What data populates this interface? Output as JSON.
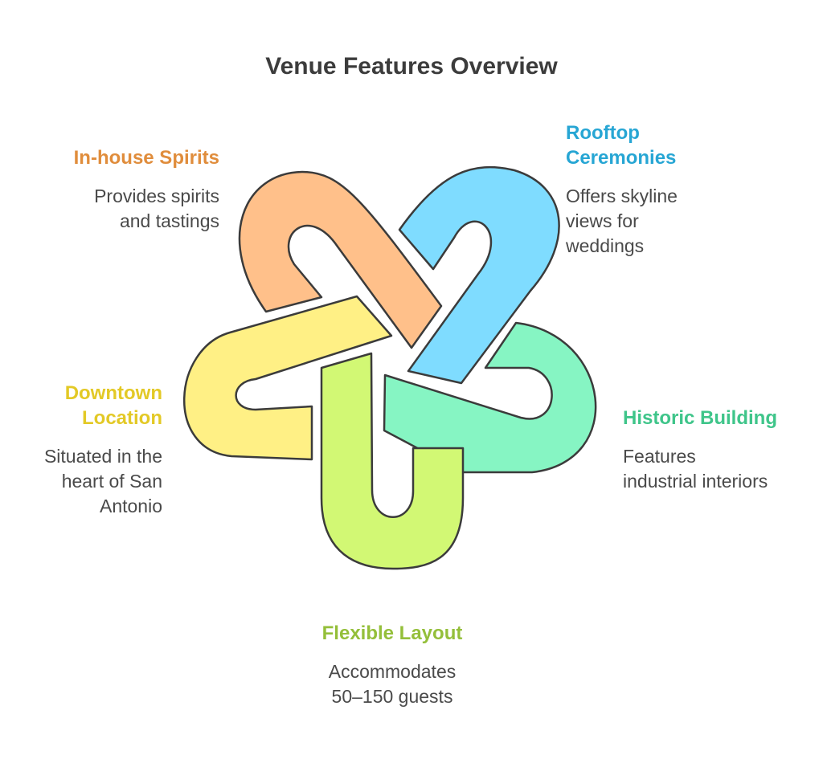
{
  "title": "Venue Features Overview",
  "colors": {
    "spirits": "#ffc08a",
    "rooftop": "#7fdcff",
    "historic": "#86f5c3",
    "flexible": "#d2f874",
    "downtown": "#fff085"
  },
  "features": {
    "spirits": {
      "label": "In-house Spirits",
      "desc": [
        "Provides spirits",
        "and tastings"
      ],
      "label_color": "#e08d3c"
    },
    "rooftop": {
      "label": [
        "Rooftop",
        "Ceremonies"
      ],
      "desc": [
        "Offers skyline",
        "views for",
        "weddings"
      ],
      "label_color": "#27a6d4"
    },
    "historic": {
      "label": "Historic Building",
      "desc": [
        "Features",
        "industrial interiors"
      ],
      "label_color": "#3fc58a"
    },
    "flexible": {
      "label": "Flexible Layout",
      "desc": [
        "Accommodates",
        "50–150 guests"
      ],
      "label_color": "#94bf3a"
    },
    "downtown": {
      "label": [
        "Downtown",
        "Location"
      ],
      "desc": [
        "Situated in the",
        "heart of San",
        "Antonio"
      ],
      "label_color": "#e3c926"
    }
  }
}
